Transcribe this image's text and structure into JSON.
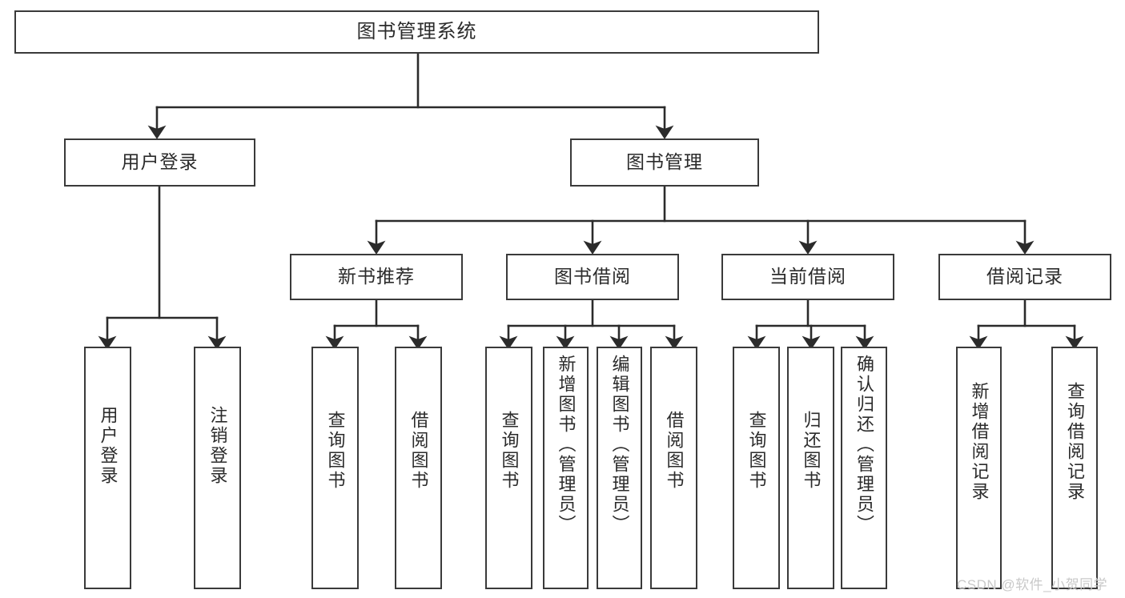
{
  "diagram": {
    "title": "图书管理系统",
    "type": "tree-hierarchy",
    "watermark": "CSDN @软件_小贺同学",
    "colors": {
      "box_border": "#3a3a3a",
      "box_fill": "#ffffff",
      "text": "#2b2b2b",
      "connector": "#2b2b2b",
      "watermark": "#c9c9c9",
      "background": "#ffffff"
    },
    "levels": {
      "level0": [
        {
          "id": "root",
          "label": "图书管理系统",
          "orientation": "horizontal"
        }
      ],
      "level1": [
        {
          "id": "user-login",
          "label": "用户登录",
          "orientation": "horizontal",
          "parent": "root"
        },
        {
          "id": "book-management",
          "label": "图书管理",
          "orientation": "horizontal",
          "parent": "root"
        }
      ],
      "level2": [
        {
          "id": "new-book-recommend",
          "label": "新书推荐",
          "orientation": "horizontal",
          "parent": "book-management"
        },
        {
          "id": "book-borrow",
          "label": "图书借阅",
          "orientation": "horizontal",
          "parent": "book-management"
        },
        {
          "id": "current-borrow",
          "label": "当前借阅",
          "orientation": "horizontal",
          "parent": "book-management"
        },
        {
          "id": "borrow-record",
          "label": "借阅记录",
          "orientation": "horizontal",
          "parent": "book-management"
        }
      ],
      "level3": [
        {
          "id": "leaf-user-login",
          "label": "用户登录",
          "orientation": "vertical",
          "parent": "user-login"
        },
        {
          "id": "leaf-logout-login",
          "label": "注销登录",
          "orientation": "vertical",
          "parent": "user-login"
        },
        {
          "id": "leaf-query-book-1",
          "label": "查询图书",
          "orientation": "vertical",
          "parent": "new-book-recommend"
        },
        {
          "id": "leaf-borrow-book-1",
          "label": "借阅图书",
          "orientation": "vertical",
          "parent": "new-book-recommend"
        },
        {
          "id": "leaf-query-book-2",
          "label": "查询图书",
          "orientation": "vertical",
          "parent": "book-borrow"
        },
        {
          "id": "leaf-add-book-admin",
          "label": "新增图书（管理员）",
          "orientation": "vertical",
          "parent": "book-borrow"
        },
        {
          "id": "leaf-edit-book-admin",
          "label": "编辑图书（管理员）",
          "orientation": "vertical",
          "parent": "book-borrow"
        },
        {
          "id": "leaf-borrow-book-2",
          "label": "借阅图书",
          "orientation": "vertical",
          "parent": "book-borrow"
        },
        {
          "id": "leaf-query-book-3",
          "label": "查询图书",
          "orientation": "vertical",
          "parent": "current-borrow"
        },
        {
          "id": "leaf-return-book",
          "label": "归还图书",
          "orientation": "vertical",
          "parent": "current-borrow"
        },
        {
          "id": "leaf-confirm-return-admin",
          "label": "确认归还（管理员）",
          "orientation": "vertical",
          "parent": "current-borrow"
        },
        {
          "id": "leaf-add-borrow-record",
          "label": "新增借阅记录",
          "orientation": "vertical",
          "parent": "borrow-record"
        },
        {
          "id": "leaf-query-borrow-record",
          "label": "查询借阅记录",
          "orientation": "vertical",
          "parent": "borrow-record"
        }
      ]
    }
  }
}
